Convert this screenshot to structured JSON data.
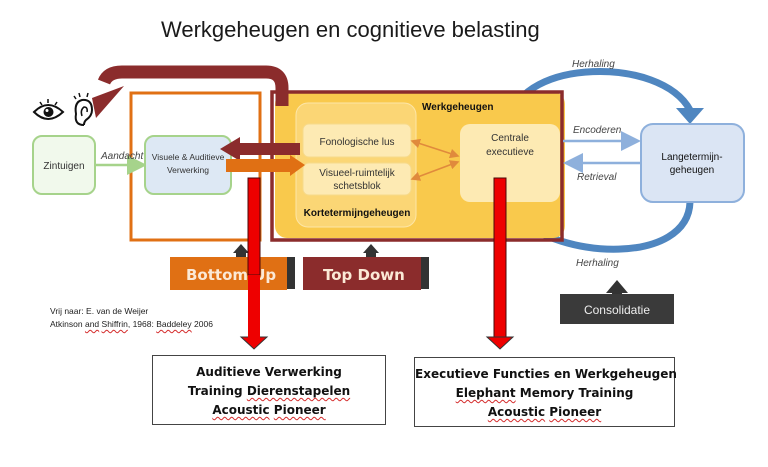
{
  "title": "Werkgeheugen en cognitieve belasting",
  "senses": {
    "icons": [
      "eye-icon",
      "ear-icon"
    ],
    "box_label": "Zintuigen"
  },
  "arrows": {
    "attention": "Aandacht",
    "encode": "Encoderen",
    "retrieval": "Retrieval",
    "rehearsal_top": "Herhaling",
    "rehearsal_bottom": "Herhaling"
  },
  "processing": {
    "line1": "Visuele & Auditieve",
    "line2": "Verwerking"
  },
  "working_memory": {
    "title": "Werkgeheugen",
    "short_term": {
      "title": "Kortetermijngeheugen",
      "phonological": "Fonologische lus",
      "visuospatial_line1": "Visueel-ruimtelijk",
      "visuospatial_line2": "schetsblok"
    },
    "central_line1": "Centrale",
    "central_line2": "executieve"
  },
  "long_term": {
    "line1": "Langetermijn-",
    "line2": "geheugen"
  },
  "tags": {
    "bottom_up": "Bottom Up",
    "top_down": "Top Down",
    "consolidation": "Consolidatie"
  },
  "credits": {
    "line1": "Vrij naar: E. van de Weijer",
    "line2_a": "Atkinson ",
    "line2_b": "and",
    "line2_c": " ",
    "line2_d": "Shiffrin",
    "line2_e": ", 1968: ",
    "line2_f": "Baddeley",
    "line2_g": " 2006"
  },
  "results": [
    {
      "heading": "Auditieve Verwerking",
      "line2_a": "Training ",
      "line2_b": "Dierenstapelen",
      "line3_a": "Acoustic",
      "line3_b": " ",
      "line3_c": "Pioneer"
    },
    {
      "heading": "Executieve Functies en Werkgeheugen",
      "line2_a": "Elephant",
      "line2_b": " Memory Training",
      "line3_a": "Acoustic",
      "line3_b": " ",
      "line3_c": "Pioneer"
    }
  ],
  "colors": {
    "top_down": "#8b2c2c",
    "bottom_up": "#e07014",
    "highlight_arrow": "#ee0000",
    "yellow": "#f9c94c",
    "blue_arrow": "#4f86c0",
    "green_box": "#a6d38b"
  }
}
